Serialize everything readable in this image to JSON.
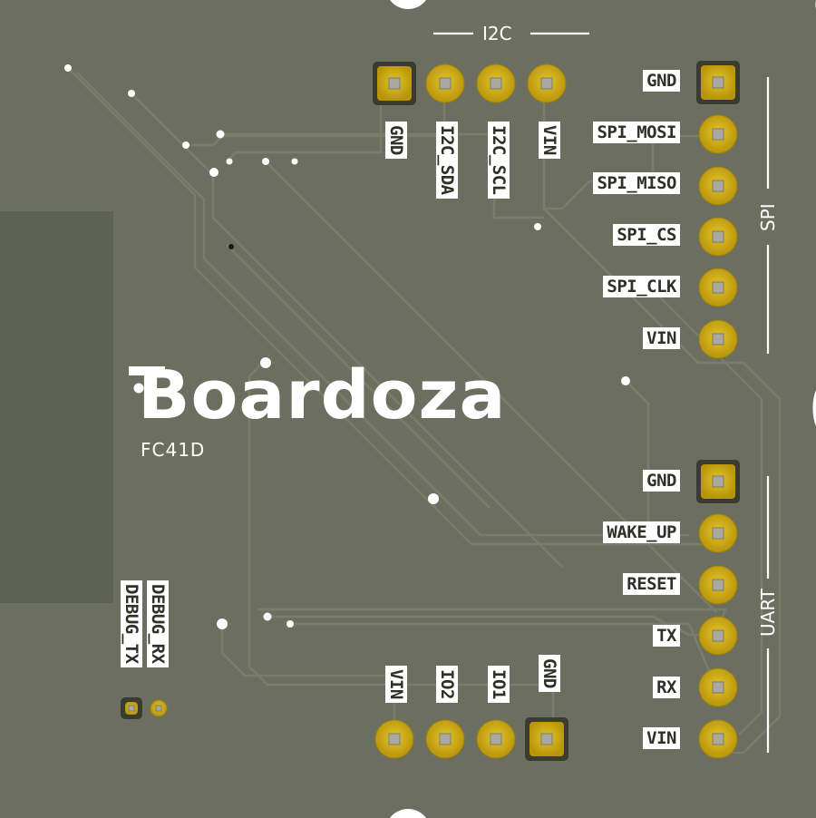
{
  "brand": {
    "name": "Boardoza",
    "model": "FC41D"
  },
  "colors": {
    "board": "#6c6f5f",
    "board_edge": "#5a5d4f",
    "trace": "#7a7e6b",
    "module": "#5a5e52",
    "silk": "#ffffff",
    "pad_gold": "#c8a410",
    "pad_dark": "#3a3c32",
    "pad_center": "#a9a9a0"
  },
  "sections": {
    "i2c": "I2C",
    "spi": "SPI",
    "uart": "UART"
  },
  "i2c_pins": [
    "GND",
    "I2C_SDA",
    "I2C_SCL",
    "VIN"
  ],
  "spi_pins": [
    "GND",
    "SPI_MOSI",
    "SPI_MISO",
    "SPI_CS",
    "SPI_CLK",
    "VIN"
  ],
  "uart_pins": [
    "GND",
    "WAKE_UP",
    "RESET",
    "TX",
    "RX",
    "VIN"
  ],
  "io_pins": [
    "VIN",
    "IO2",
    "IO1",
    "GND"
  ],
  "debug_pins": [
    "DEBUG_TX",
    "DEBUG_RX"
  ]
}
